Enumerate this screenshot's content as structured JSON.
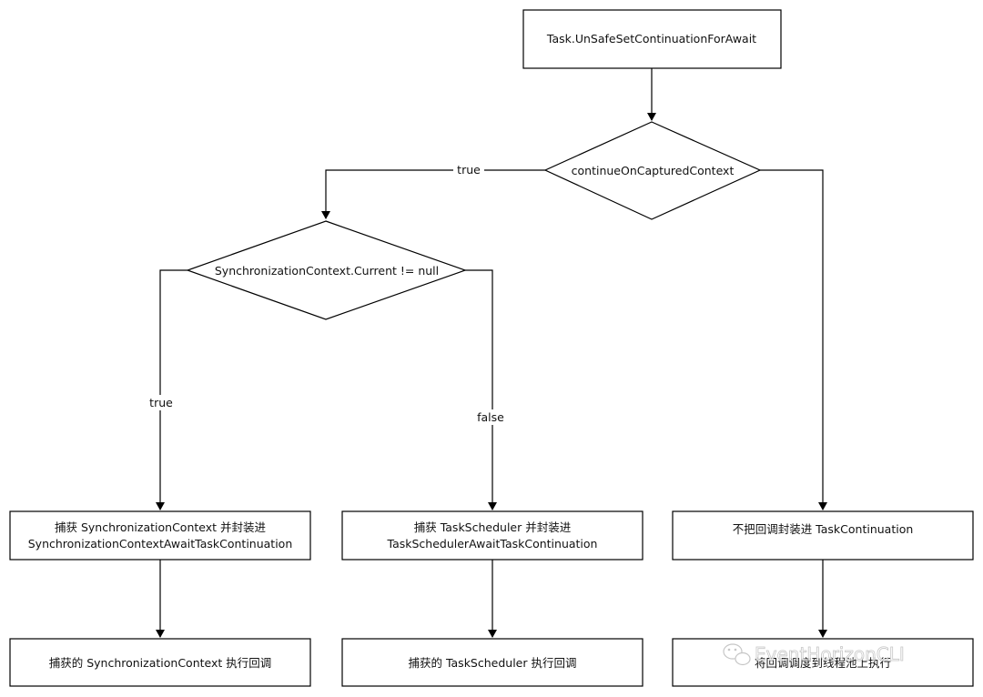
{
  "nodes": {
    "start": "Task.UnSafeSetContinuationForAwait",
    "decision_captured": "continueOnCapturedContext",
    "decision_sync": "SynchronizationContext.Current != null",
    "box_sync_line1": "捕获 SynchronizationContext 并封装进",
    "box_sync_line2": "SynchronizationContextAwaitTaskContinuation",
    "box_sched_line1": "捕获 TaskScheduler 并封装进",
    "box_sched_line2": "TaskSchedulerAwaitTaskContinuation",
    "box_nocapture": "不把回调封装进 TaskContinuation",
    "result_sync": "捕获的 SynchronizationContext 执行回调",
    "result_sched": "捕获的 TaskScheduler 执行回调",
    "result_threadpool": "将回调调度到线程池上执行"
  },
  "edge_labels": {
    "captured_true": "true",
    "sync_true": "true",
    "sync_false": "false"
  },
  "watermark": {
    "text": "EventHorizonCLI",
    "icon": "wechat-icon"
  }
}
